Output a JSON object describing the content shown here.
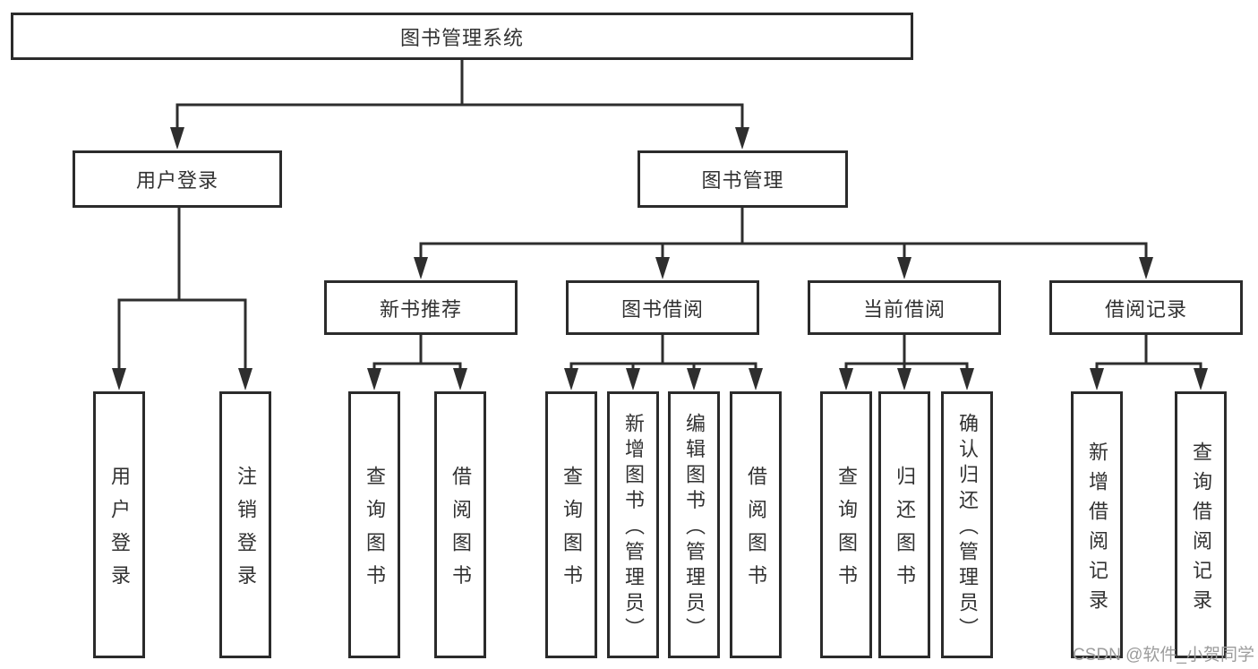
{
  "colors": {
    "line": "#2e2e2e",
    "box_border": "#2b2b2b",
    "box_background": "#ffffff",
    "text": "#323232",
    "watermark": "#9c9c9c"
  },
  "watermark": {
    "text": "CSDN @软件_小贺同学"
  },
  "tree": {
    "root": {
      "label": "图书管理系统"
    },
    "branches": [
      {
        "label": "用户登录",
        "children": [
          {
            "label": "用户登录"
          },
          {
            "label": "注销登录"
          }
        ]
      },
      {
        "label": "图书管理",
        "children": [
          {
            "label": "新书推荐",
            "children": [
              {
                "label": "查询图书"
              },
              {
                "label": "借阅图书"
              }
            ]
          },
          {
            "label": "图书借阅",
            "children": [
              {
                "label": "查询图书"
              },
              {
                "label": "新增图书（管理员）"
              },
              {
                "label": "编辑图书（管理员）"
              },
              {
                "label": "借阅图书"
              }
            ]
          },
          {
            "label": "当前借阅",
            "children": [
              {
                "label": "查询图书"
              },
              {
                "label": "归还图书"
              },
              {
                "label": "确认归还（管理员）"
              }
            ]
          },
          {
            "label": "借阅记录",
            "children": [
              {
                "label": "新增借阅记录"
              },
              {
                "label": "查询借阅记录"
              }
            ]
          }
        ]
      }
    ]
  }
}
